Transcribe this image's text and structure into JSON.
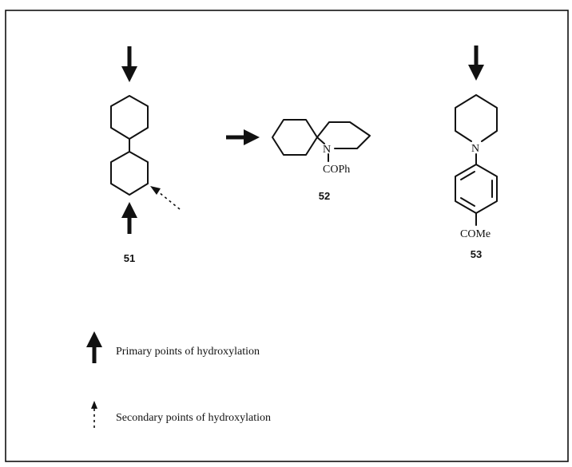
{
  "compounds": [
    {
      "number": "51"
    },
    {
      "number": "52",
      "labels": [
        "N",
        "COPh"
      ]
    },
    {
      "number": "53",
      "labels": [
        "N",
        "COMe"
      ]
    }
  ],
  "legend": {
    "primary": {
      "icon": "solid-arrow-icon",
      "text": "Primary points of hydroxylation"
    },
    "secondary": {
      "icon": "dashed-arrow-icon",
      "text": "Secondary points of hydroxylation"
    }
  }
}
